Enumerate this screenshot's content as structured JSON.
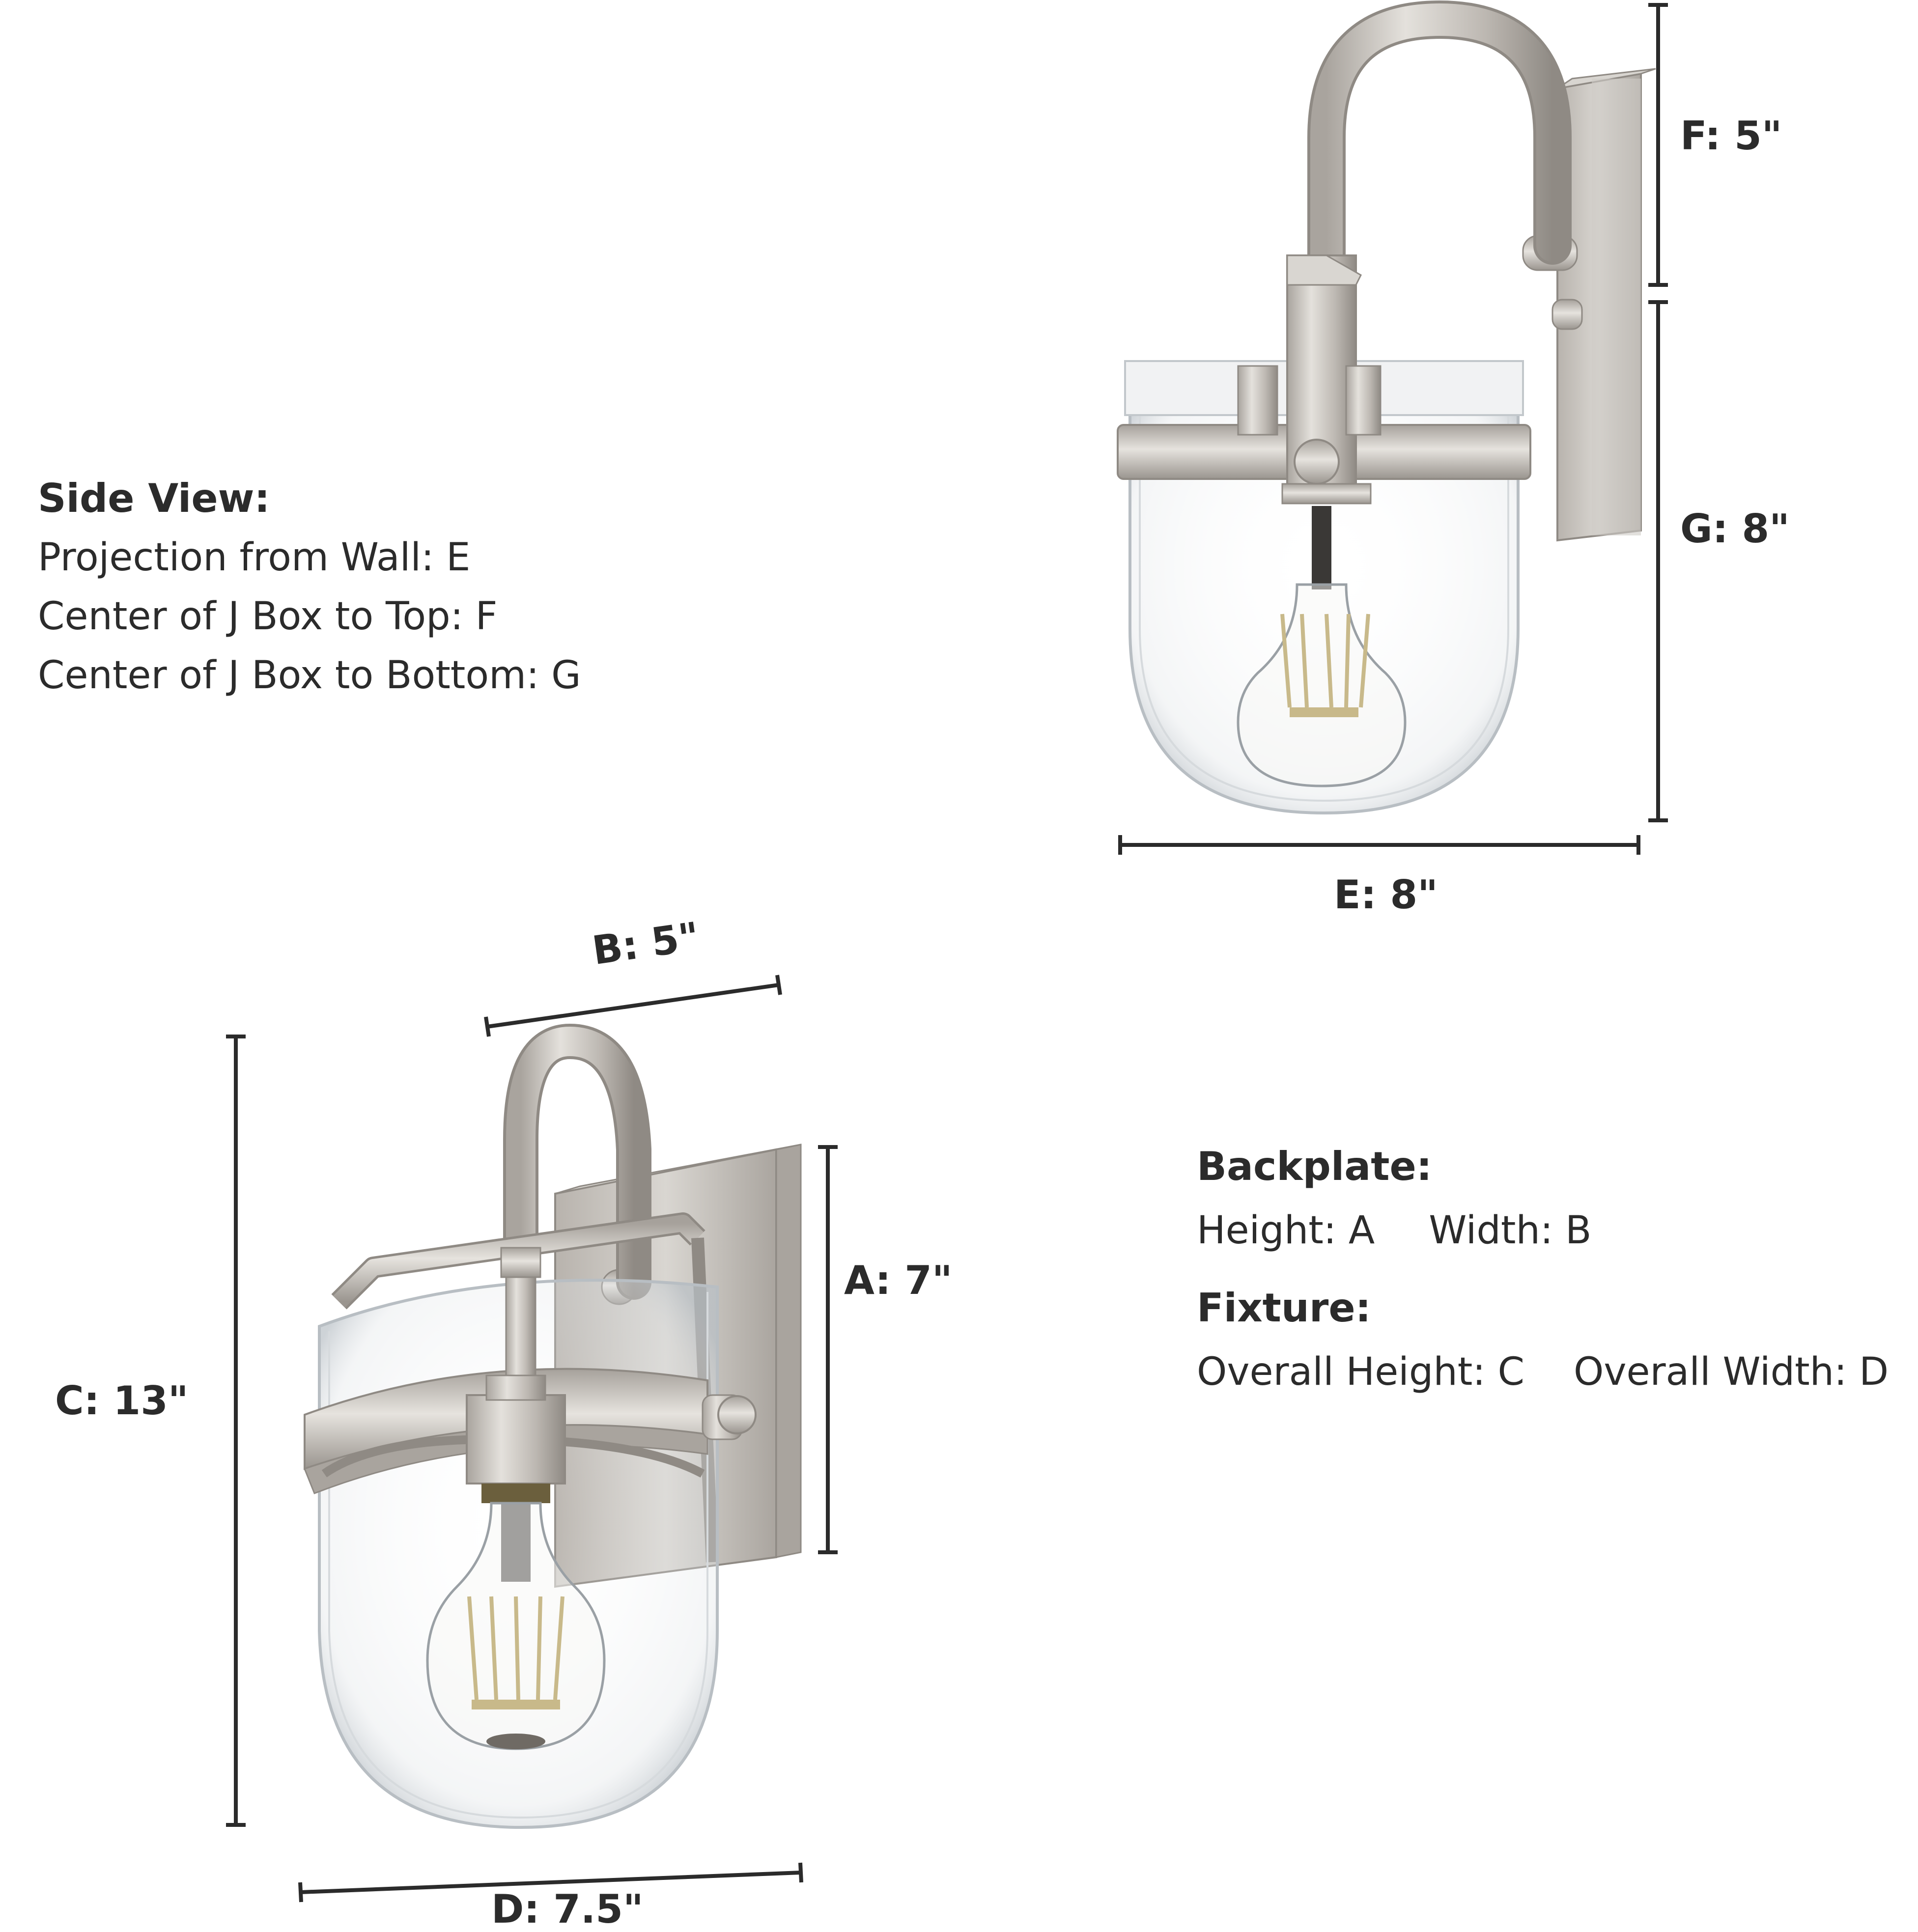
{
  "dimensions": {
    "a": "A: 7\"",
    "b": "B: 5\"",
    "c": "C: 13\"",
    "d": "D: 7.5\"",
    "e": "E: 8\"",
    "f": "F: 5\"",
    "g": "G: 8\""
  },
  "side_view": {
    "heading": "Side View:",
    "projection": "Projection from Wall: E",
    "top": "Center of J Box to Top: F",
    "bottom": "Center of J Box to Bottom: G"
  },
  "backplate": {
    "heading": "Backplate:",
    "height": "Height: A",
    "width": "Width: B"
  },
  "fixture": {
    "heading": "Fixture:",
    "height": "Overall Height: C",
    "width": "Overall Width: D"
  },
  "colors": {
    "metal": "#c9c5bf",
    "metal_dark": "#8f8a84",
    "glass": "#e9ebec",
    "filament": "#c8b98a",
    "line": "#2b2b2b"
  }
}
